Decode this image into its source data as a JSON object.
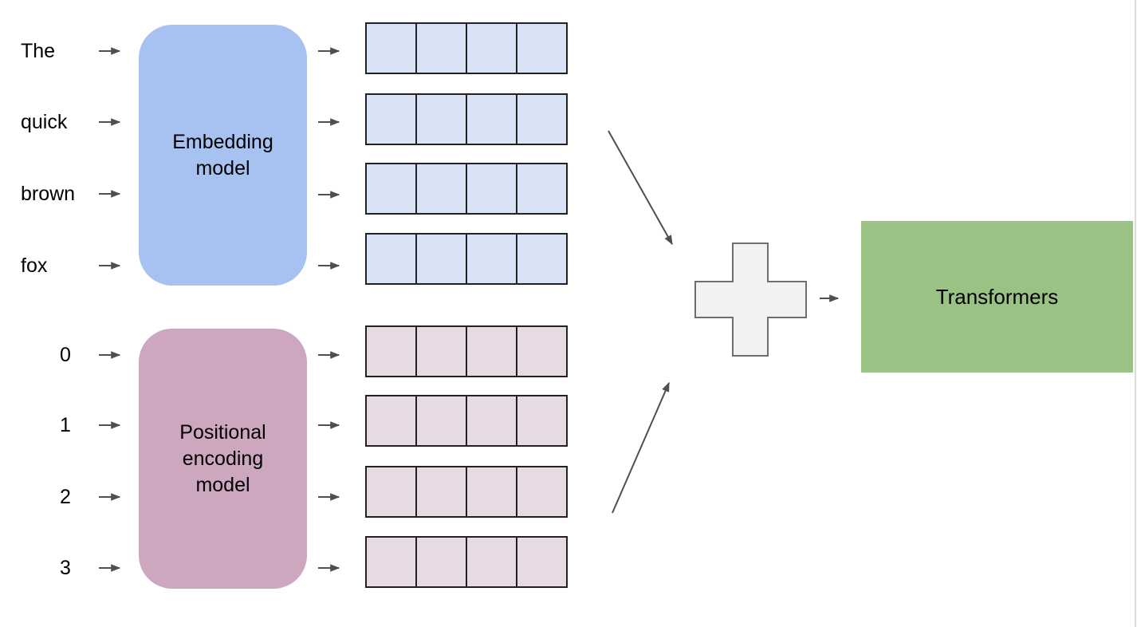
{
  "diagram": {
    "embedding": {
      "label": "Embedding model",
      "inputs": [
        "The",
        "quick",
        "brown",
        "fox"
      ]
    },
    "positional": {
      "label": "Positional encoding model",
      "inputs": [
        "0",
        "1",
        "2",
        "3"
      ]
    },
    "combiner": {
      "icon": "plus-icon"
    },
    "output": {
      "label": "Transformers"
    },
    "vectors": {
      "rows_per_group": 4,
      "cells_per_row": 4
    },
    "colors": {
      "embedding_box": "#a7c1f0",
      "positional_box": "#cda6c0",
      "embedding_cell": "#d8e3f5",
      "positional_cell": "#e8dae3",
      "cell_border": "#222222",
      "transformers_box": "#9bc285",
      "arrow": "#4f4f4f",
      "plus_fill": "#f2f2f2",
      "plus_border": "#6e6e6e",
      "edge_line": "#dcdcdc"
    }
  }
}
